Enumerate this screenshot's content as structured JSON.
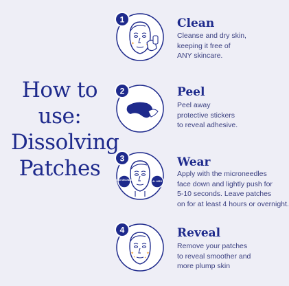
{
  "headline": {
    "line1": "How to",
    "line2": "use:",
    "line3": "Dissolving",
    "line4": "Patches"
  },
  "steps": [
    {
      "number": "1",
      "title": "Clean",
      "desc": [
        "Cleanse and dry skin,",
        "keeping it free of",
        "ANY skincare."
      ]
    },
    {
      "number": "2",
      "title": "Peel",
      "desc": [
        "Peel away",
        "protective stickers",
        "to reveal adhesive."
      ]
    },
    {
      "number": "3",
      "title": "Wear",
      "desc": [
        "Apply with the microneedles",
        "face down and lightly push for",
        "5-10 seconds. Leave patches",
        "on for at least 4 hours or overnight."
      ],
      "bubble_left": "5-10 SECONDS",
      "bubble_right": "4+ HRS"
    },
    {
      "number": "4",
      "title": "Reveal",
      "desc": [
        "Remove your patches",
        "to reveal smoother and",
        "more plump skin"
      ]
    }
  ],
  "colors": {
    "background": "#eeeef6",
    "brand_navy": "#1e2a8c",
    "body_text": "#3b4080",
    "accent_gold": "#f0a030"
  }
}
